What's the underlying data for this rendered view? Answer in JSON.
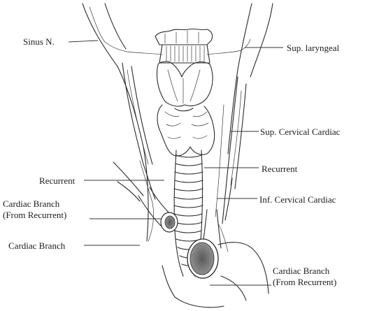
{
  "labels": {
    "sinus_n": "Sinus N.",
    "sup_laryngeal": "Sup. laryngeal",
    "sup_cervical_cardiac": "Sup. Cervical Cardiac",
    "recurrent_right": "Recurrent",
    "recurrent_left": "Recurrent",
    "inf_cervical_cardiac": "Inf. Cervical Cardiac",
    "cardiac_branch_from_recurrent_left_line1": "Cardiac Branch",
    "cardiac_branch_from_recurrent_left_line2": "(From Recurrent)",
    "cardiac_branch": "Cardiac Branch",
    "cardiac_branch_from_recurrent_right_line1": "Cardiac Branch",
    "cardiac_branch_from_recurrent_right_line2": "(From Recurrent)"
  },
  "colors": {
    "ink": "#2a2a2a",
    "shade": "#8a8a8a",
    "background": "#ffffff"
  }
}
